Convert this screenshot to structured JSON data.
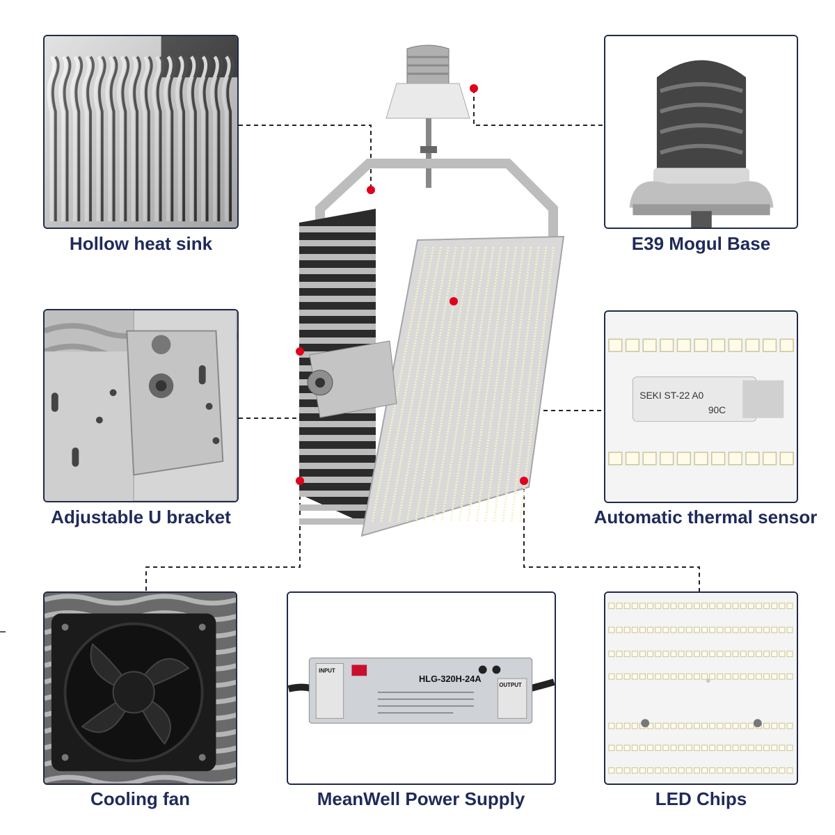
{
  "captions": {
    "heat_sink": "Hollow heat sink",
    "mogul_base": "E39 Mogul Base",
    "u_bracket": "Adjustable U bracket",
    "thermal_sensor": "Automatic thermal sensor",
    "cooling_fan": "Cooling fan",
    "power_supply": "MeanWell Power Supply",
    "led_chips": "LED Chips"
  },
  "sensor_label": "SEKI ST-22 A0",
  "sensor_temp": "90C",
  "psu": {
    "model": "HLG-320H-24A",
    "input_label": "INPUT",
    "output_label": "OUTPUT"
  },
  "colors": {
    "frame": "#1f2a4a",
    "caption": "#1f2a5a",
    "marker": "#e0001b"
  }
}
